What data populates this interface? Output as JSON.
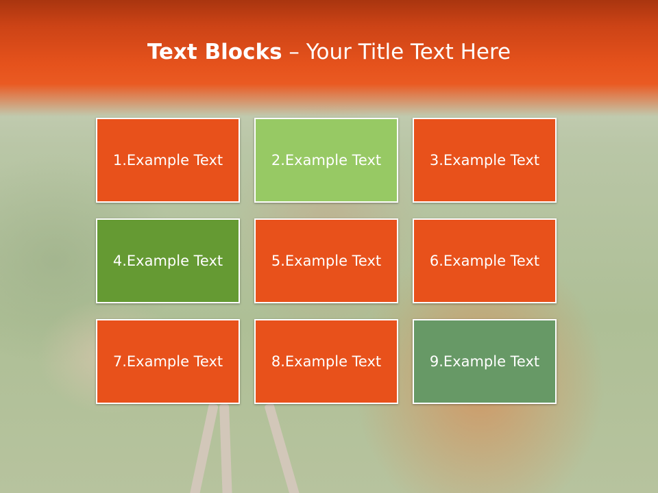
{
  "title": {
    "bold": "Text Blocks",
    "dash": " – ",
    "rest": "Your Title Text Here"
  },
  "blocks": [
    {
      "label": "1.Example Text",
      "color": "#e8511b"
    },
    {
      "label": "2.Example Text",
      "color": "#97c964"
    },
    {
      "label": "3.Example Text",
      "color": "#e8511b"
    },
    {
      "label": "4.Example Text",
      "color": "#659a33"
    },
    {
      "label": "5.Example Text",
      "color": "#e8511b"
    },
    {
      "label": "6.Example Text",
      "color": "#e8511b"
    },
    {
      "label": "7.Example Text",
      "color": "#e8511b"
    },
    {
      "label": "8.Example Text",
      "color": "#e8511b"
    },
    {
      "label": "9.Example Text",
      "color": "#679966"
    }
  ],
  "colors": {
    "header_orange": "#e5521c",
    "header_dark": "#a9350f",
    "text": "#ffffff"
  }
}
